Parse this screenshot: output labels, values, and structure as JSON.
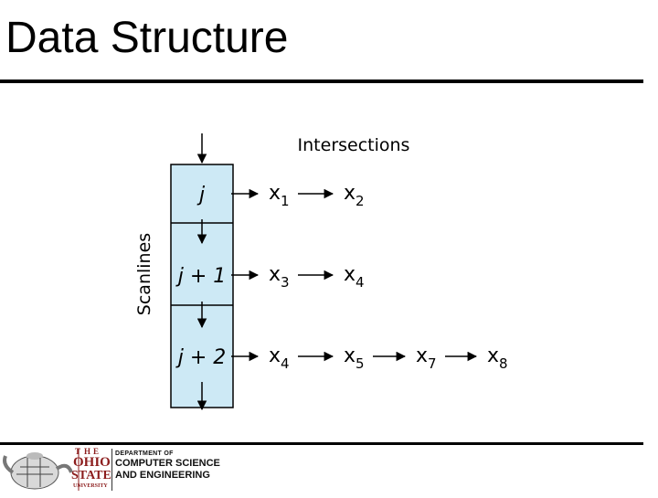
{
  "slide": {
    "title": "Data Structure"
  },
  "diagram": {
    "top_label": "Intersections",
    "side_label": "Scanlines",
    "rows": [
      {
        "scanline": "j",
        "intersections": [
          {
            "base": "x",
            "sub": "1"
          },
          {
            "base": "x",
            "sub": "2"
          }
        ]
      },
      {
        "scanline": "j + 1",
        "intersections": [
          {
            "base": "x",
            "sub": "3"
          },
          {
            "base": "x",
            "sub": "4"
          }
        ]
      },
      {
        "scanline": "j + 2",
        "intersections": [
          {
            "base": "x",
            "sub": "4"
          },
          {
            "base": "x",
            "sub": "5"
          },
          {
            "base": "x",
            "sub": "7"
          },
          {
            "base": "x",
            "sub": "8"
          }
        ]
      }
    ],
    "colors": {
      "box_fill": "#cde9f5",
      "stroke": "#000000"
    }
  },
  "footer": {
    "university_letters": [
      "T",
      "H",
      "E",
      "OHIO",
      "STATE",
      "UNIVERSITY"
    ],
    "dept_line1": "DEPARTMENT OF",
    "dept_line2": "COMPUTER SCIENCE",
    "dept_line3": "AND ENGINEERING"
  }
}
